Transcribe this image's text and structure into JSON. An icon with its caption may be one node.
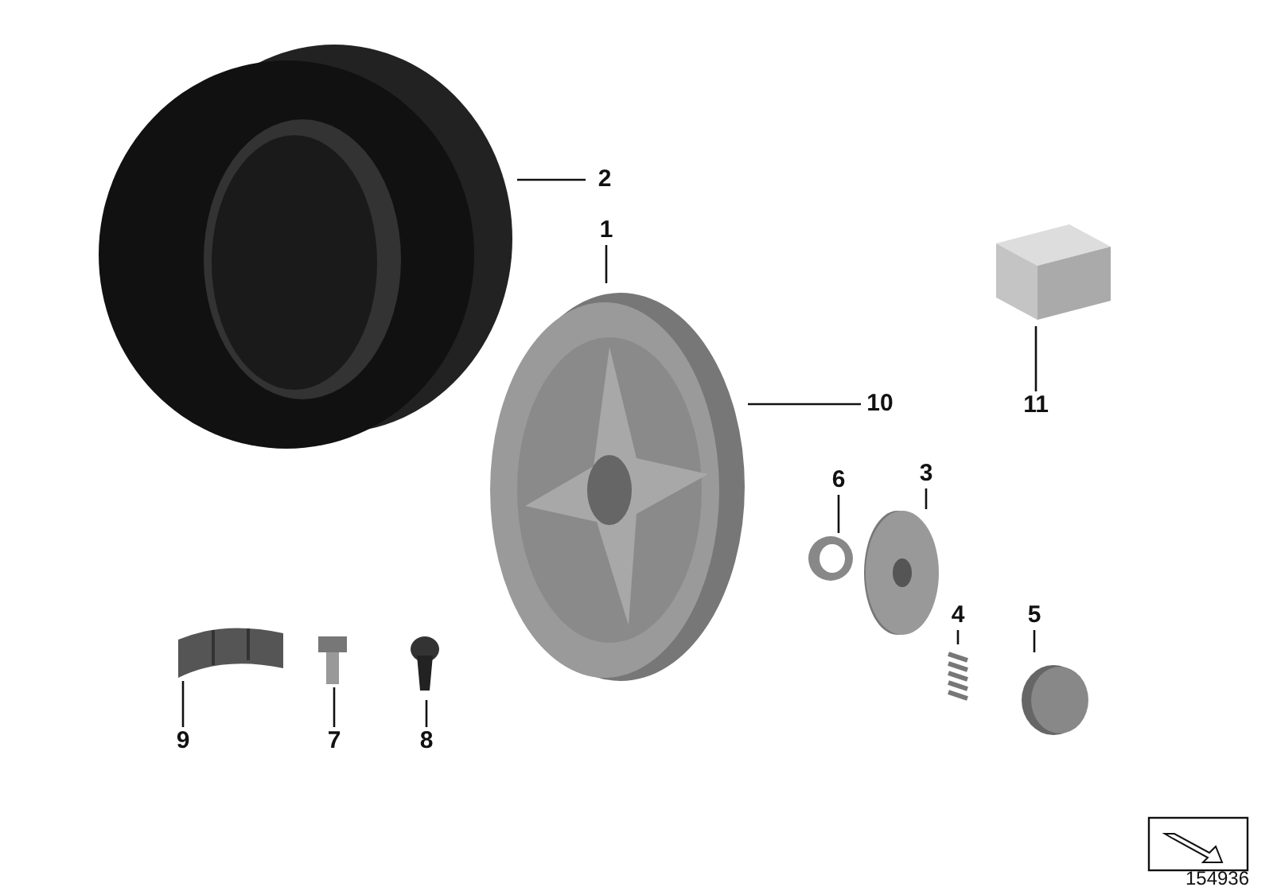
{
  "diagram": {
    "nodes": [
      {
        "text": [],
        "shape": "picture"
      },
      {
        "text": [
          "2"
        ]
      },
      {
        "text": [
          "1"
        ]
      },
      {
        "text": [],
        "shape": "picture"
      },
      {
        "text": [
          "10"
        ]
      },
      {
        "text": [],
        "shape": "picture"
      },
      {
        "text": [
          "11"
        ]
      },
      {
        "text": [],
        "shape": "picture"
      },
      {
        "text": [
          "6"
        ]
      },
      {
        "text": [
          "3"
        ]
      },
      {
        "text": [],
        "shape": "picture"
      },
      {
        "text": [
          "4"
        ]
      },
      {
        "text": [],
        "shape": "picture"
      },
      {
        "text": [
          "5"
        ]
      },
      {
        "text": [],
        "shape": "picture"
      },
      {
        "text": [],
        "shape": "picture"
      },
      {
        "text": [
          "9"
        ]
      },
      {
        "text": [],
        "shape": "picture"
      },
      {
        "text": [
          "7"
        ]
      },
      {
        "text": [],
        "shape": "picture"
      },
      {
        "text": [
          "8"
        ]
      }
    ],
    "edges": [
      {
        "from": 1,
        "to": 0,
        "arrow": "none"
      },
      {
        "from": 2,
        "to": 3,
        "arrow": "none"
      },
      {
        "from": 4,
        "to": 3,
        "arrow": "none"
      },
      {
        "from": 6,
        "to": 5,
        "arrow": "none"
      },
      {
        "from": 8,
        "to": 7,
        "arrow": "none"
      },
      {
        "from": 9,
        "to": 10,
        "arrow": "none"
      },
      {
        "from": 11,
        "to": 12,
        "arrow": "none"
      },
      {
        "from": 13,
        "to": 14,
        "arrow": "none"
      },
      {
        "from": 16,
        "to": 15,
        "arrow": "none"
      },
      {
        "from": 18,
        "to": 17,
        "arrow": "none"
      },
      {
        "from": 20,
        "to": 19,
        "arrow": "none"
      }
    ],
    "labels": [
      "154936"
    ]
  }
}
